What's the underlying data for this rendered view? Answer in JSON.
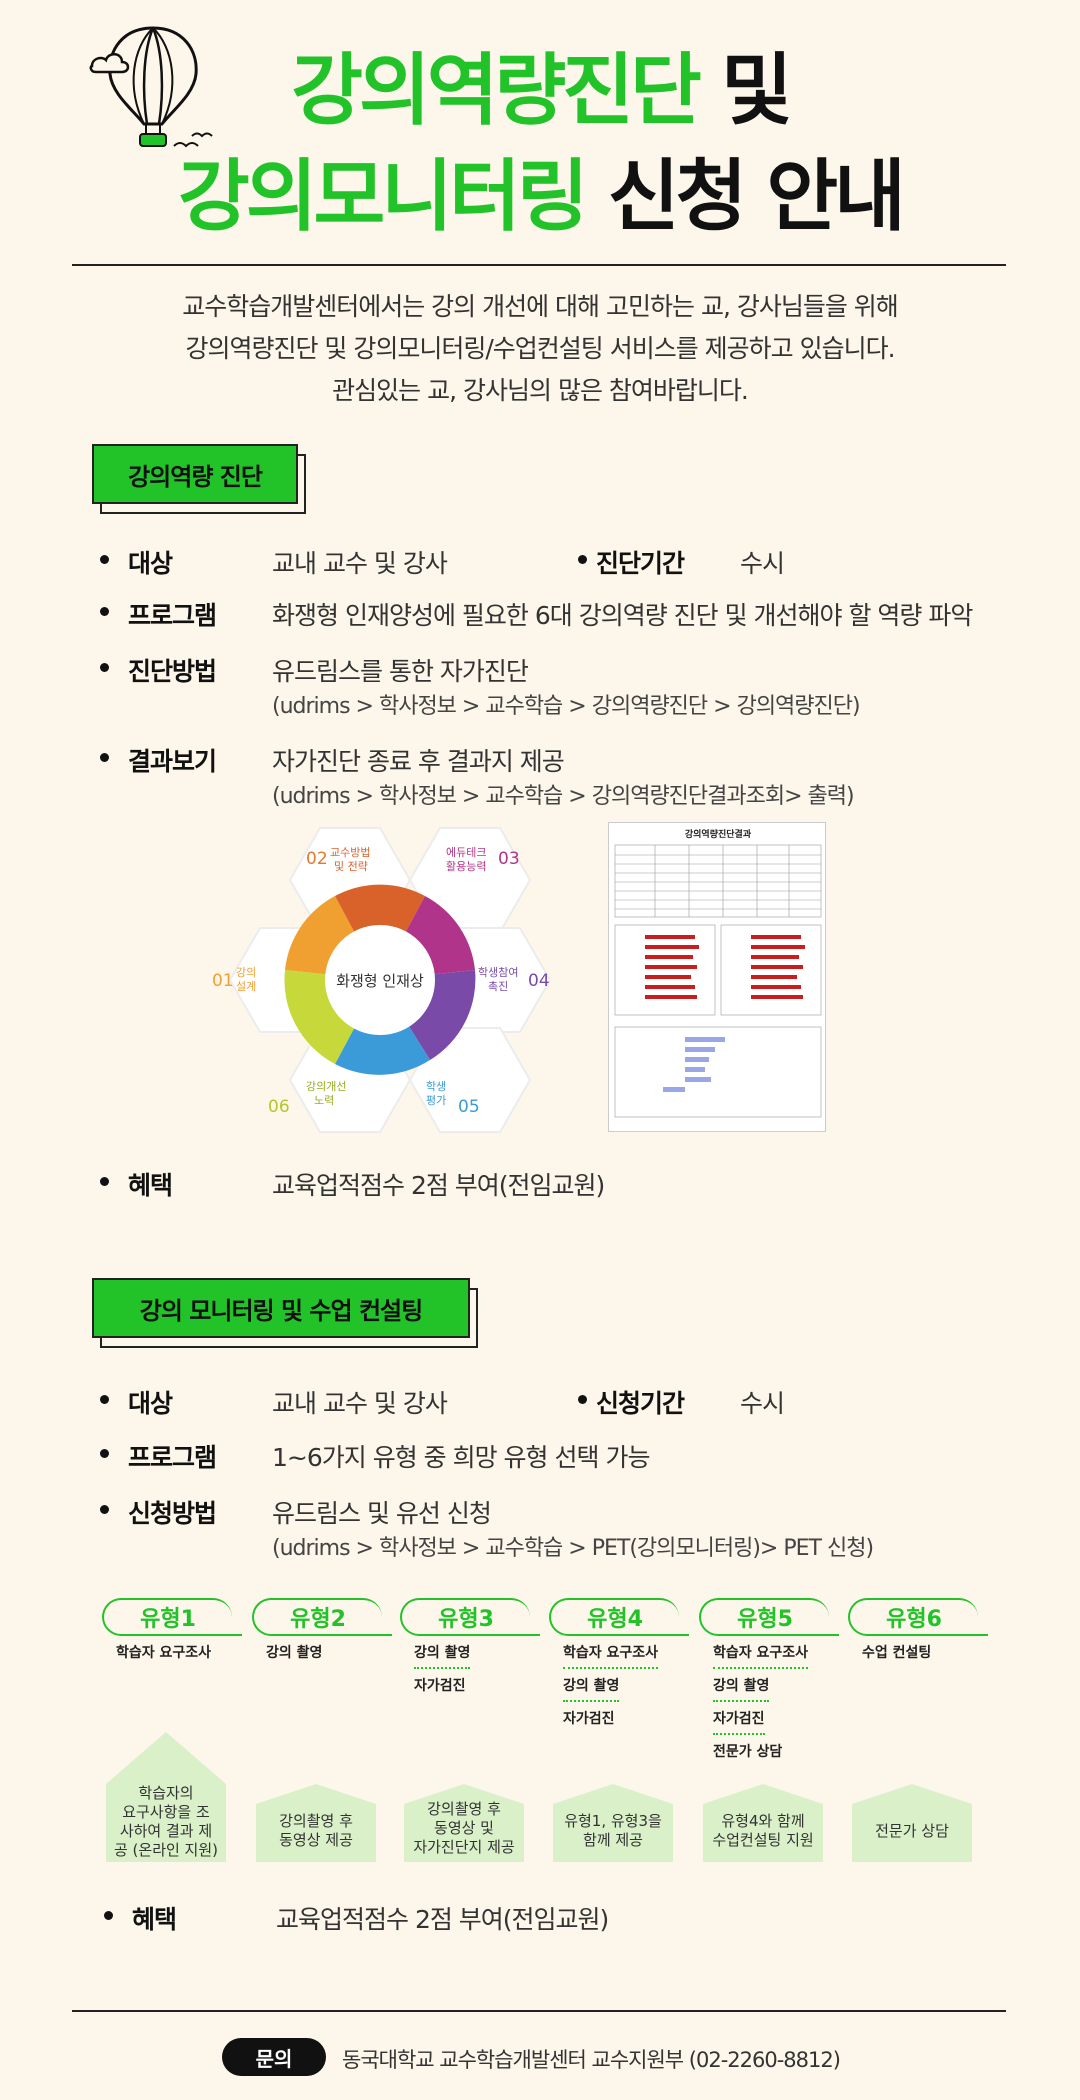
{
  "header": {
    "title_line1_green": "강의역량진단",
    "title_line1_black": " 및",
    "title_line2_green": "강의모니터링",
    "title_line2_black": " 신청 안내",
    "intro_lines": [
      "교수학습개발센터에서는 강의 개선에 대해 고민하는 교, 강사님들을 위해",
      "강의역량진단 및 강의모니터링/수업컨설팅 서비스를 제공하고 있습니다.",
      "관심있는 교, 강사님의 많은 참여바랍니다."
    ]
  },
  "section1": {
    "heading": "강의역량 진단",
    "target_label": "대상",
    "target_value": "교내 교수 및 강사",
    "period_label": "진단기간",
    "period_value": "수시",
    "program_label": "프로그램",
    "program_value": "화쟁형 인재양성에 필요한 6대 강의역량 진단 및 개선해야 할 역량 파악",
    "method_label": "진단방법",
    "method_value": "유드림스를 통한 자가진단",
    "method_path": "(udrims > 학사정보 > 교수학습 > 강의역량진단 > 강의역량진단)",
    "result_label": "결과보기",
    "result_value": "자가진단 종료 후 결과지 제공",
    "result_path": "(udrims > 학사정보 > 교수학습 > 강의역량진단결과조회> 출력)",
    "benefit_label": "혜택",
    "benefit_value": "교육업적점수 2점 부여(전임교원)"
  },
  "hexagon": {
    "center": "화쟁형 인재상",
    "items": [
      {
        "num": "01",
        "label": "강의\n설계"
      },
      {
        "num": "02",
        "label": "교수방법\n및 전략"
      },
      {
        "num": "03",
        "label": "에듀테크\n활용능력"
      },
      {
        "num": "04",
        "label": "학생참여\n촉진"
      },
      {
        "num": "05",
        "label": "학생\n평가"
      },
      {
        "num": "06",
        "label": "강의개선\n노력"
      }
    ]
  },
  "report": {
    "title": "강의역량진단결과"
  },
  "section2": {
    "heading": "강의 모니터링 및 수업 컨설팅",
    "target_label": "대상",
    "target_value": "교내 교수 및 강사",
    "period_label": "신청기간",
    "period_value": "수시",
    "program_label": "프로그램",
    "program_value": "1~6가지 유형 중 희망 유형 선택 가능",
    "method_label": "신청방법",
    "method_value": "유드림스 및 유선 신청",
    "method_path": "(udrims > 학사정보 > 교수학습 > PET(강의모니터링)> PET 신청)",
    "benefit_label": "혜택",
    "benefit_value": "교육업적점수 2점 부여(전임교원)"
  },
  "types": [
    {
      "name": "유형1",
      "items": [
        "학습자 요구조사"
      ],
      "desc": "학습자의\n요구사항을 조\n사하여 결과 제\n공 (온라인 지원)"
    },
    {
      "name": "유형2",
      "items": [
        "강의 촬영"
      ],
      "desc": "강의촬영 후\n동영상 제공"
    },
    {
      "name": "유형3",
      "items": [
        "강의 촬영",
        "자가검진"
      ],
      "desc": "강의촬영 후\n동영상 및\n자가진단지 제공"
    },
    {
      "name": "유형4",
      "items": [
        "학습자 요구조사",
        "강의 촬영",
        "자가검진"
      ],
      "desc": "유형1, 유형3을\n함께 제공"
    },
    {
      "name": "유형5",
      "items": [
        "학습자 요구조사",
        "강의 촬영",
        "자가검진",
        "전문가 상담"
      ],
      "desc": "유형4와 함께\n수업컨설팅 지원"
    },
    {
      "name": "유형6",
      "items": [
        "수업 컨설팅"
      ],
      "desc": "전문가 상담"
    }
  ],
  "footer": {
    "contact_label": "문의",
    "contact_text": "동국대학교 교수학습개발센터 교수지원부 (02-2260-8812)"
  },
  "colors": {
    "accent": "#22c229",
    "background": "#fdf6ea",
    "text": "#111111"
  }
}
